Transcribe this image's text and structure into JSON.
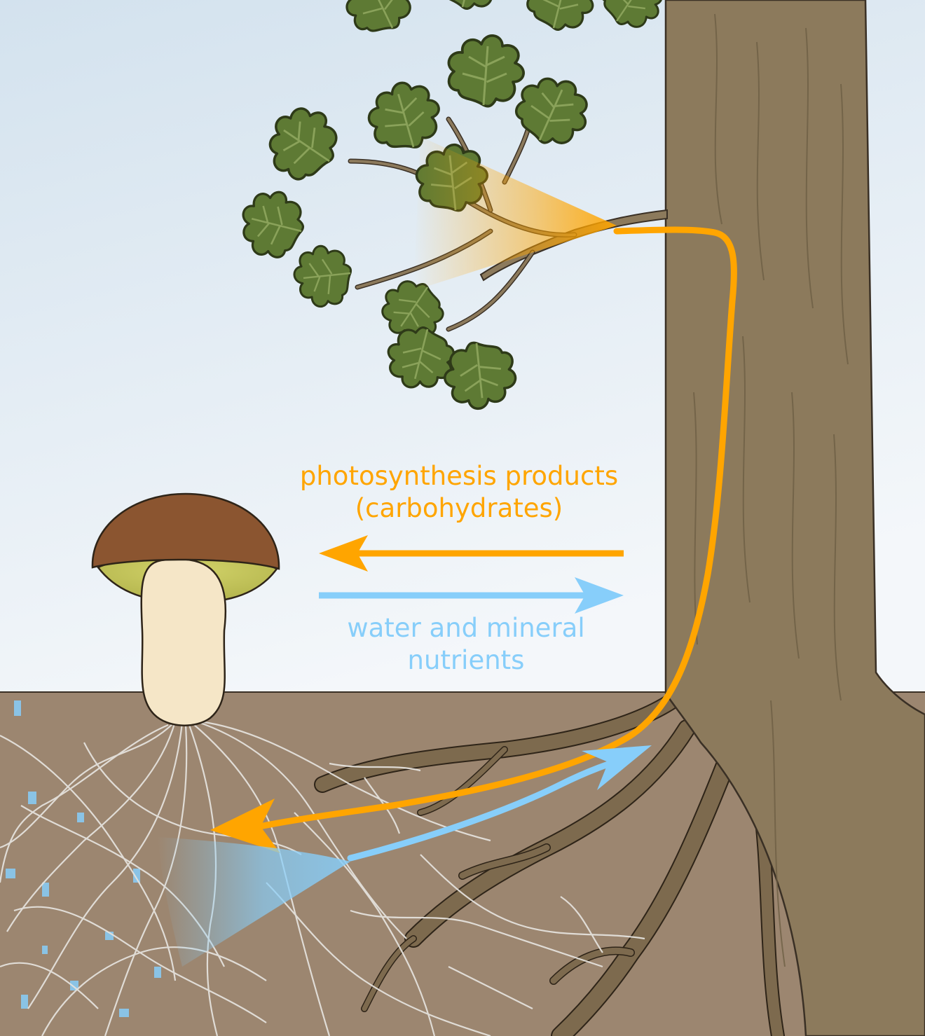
{
  "labels": {
    "photosynthesis": {
      "line1": "photosynthesis products",
      "line2": "(carbohydrates)"
    },
    "water": {
      "line1": "water and mineral",
      "line2": "nutrients"
    }
  },
  "colors": {
    "carbohydrate_flow": "#ffa500",
    "water_flow": "#87cefa",
    "sky_top": "#d5e3ef",
    "sky_bottom": "#f3f6f9",
    "soil": "#9c8670",
    "trunk": "#8c7a5c",
    "roots": "#7d6a4e",
    "leaf": "#5e7a34",
    "mushroom_cap": "#8b5530",
    "mushroom_pores": "#c3c45a",
    "mushroom_stem": "#f5e6c7",
    "mycelium": "#e4e1dc"
  },
  "icons": [
    "oak-tree",
    "oak-leaf-branch",
    "bolete-mushroom",
    "tree-roots",
    "mycelium-network"
  ]
}
